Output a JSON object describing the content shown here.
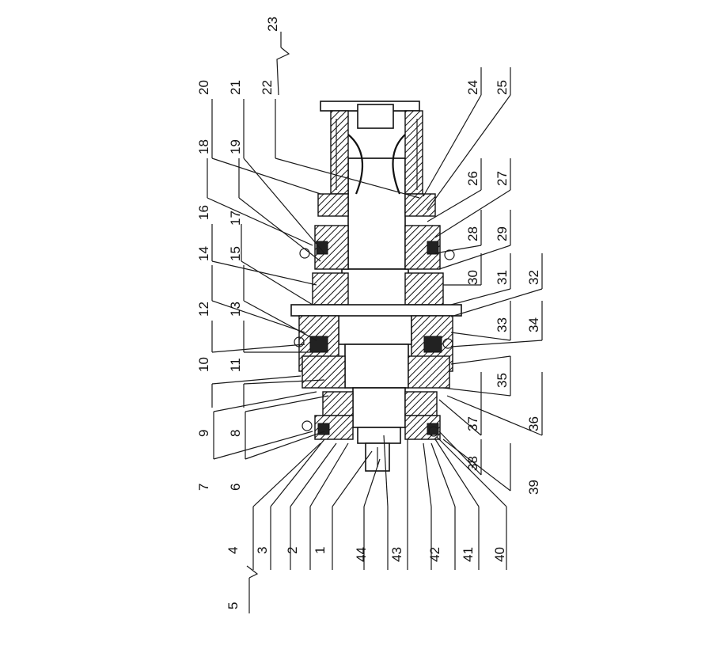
{
  "labels": {
    "l1": "1",
    "l2": "2",
    "l3": "3",
    "l4": "4",
    "l5": "5",
    "l6": "6",
    "l7": "7",
    "l8": "8",
    "l9": "9",
    "l10": "10",
    "l11": "11",
    "l12": "12",
    "l13": "13",
    "l14": "14",
    "l15": "15",
    "l16": "16",
    "l17": "17",
    "l18": "18",
    "l19": "19",
    "l20": "20",
    "l21": "21",
    "l22": "22",
    "l23": "23",
    "l24": "24",
    "l25": "25",
    "l26": "26",
    "l27": "27",
    "l28": "28",
    "l29": "29",
    "l30": "30",
    "l31": "31",
    "l32": "32",
    "l33": "33",
    "l34": "34",
    "l35": "35",
    "l36": "36",
    "l37": "37",
    "l38": "38",
    "l39": "39",
    "l40": "40",
    "l41": "41",
    "l42": "42",
    "l43": "43",
    "l44": "44"
  }
}
